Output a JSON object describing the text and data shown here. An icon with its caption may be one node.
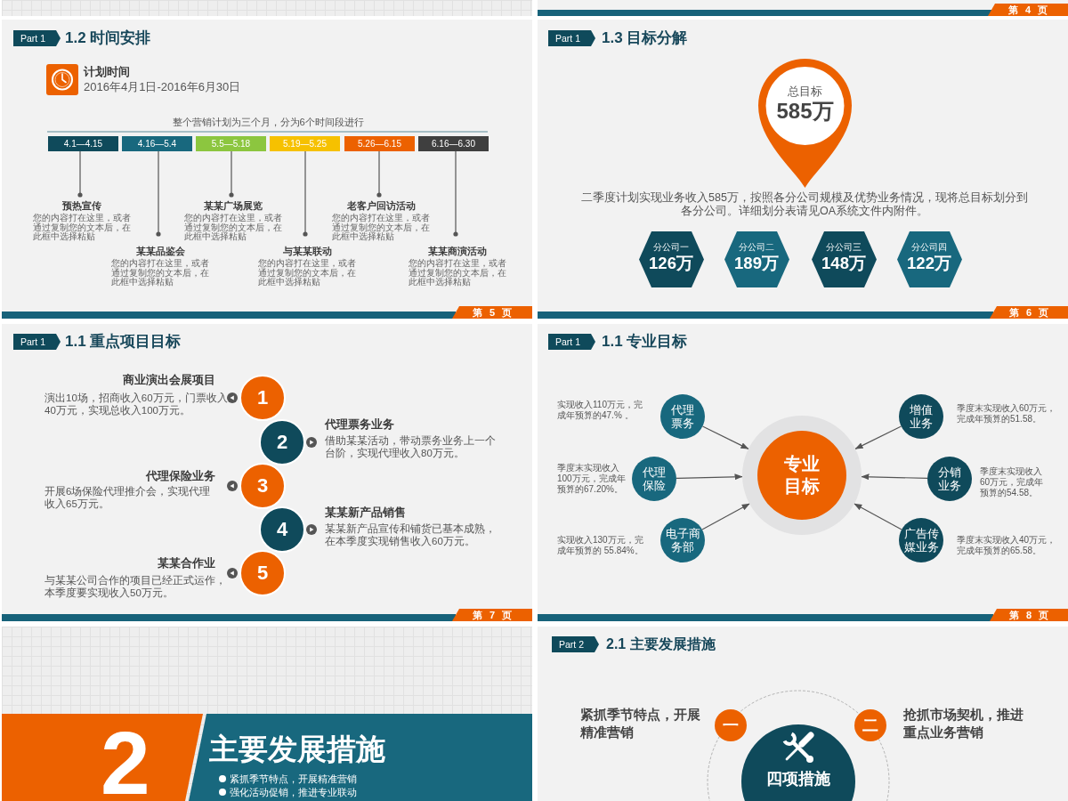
{
  "diagram": {
    "nodes": [
      {
        "text": [
          "第 4 页"
        ]
      },
      {
        "text": [
          "Part 1"
        ]
      },
      {
        "text": [
          "4.1—4.15"
        ]
      },
      {
        "text": [
          "4.16—5.4"
        ]
      },
      {
        "text": [
          "5.5—5.18"
        ]
      },
      {
        "text": [
          "5.19—5.25"
        ]
      },
      {
        "text": [
          "5.26—6.15"
        ]
      },
      {
        "text": [
          "6.16—6.30"
        ]
      },
      {
        "text": [
          "预热宣传",
          "您的内容打在这里，或者通过复制您的文本后，在此框中选择粘贴"
        ]
      },
      {
        "text": [
          "某某品鉴会",
          "您的内容打在这里，或者通过复制您的文本后，在此框中选择粘贴"
        ]
      },
      {
        "text": [
          "某某广场展览",
          "您的内容打在这里，或者通过复制您的文本后，在此框中选择粘贴"
        ]
      },
      {
        "text": [
          "与某某联动",
          "您的内容打在这里，或者通过复制您的文本后，在此框中选择粘贴"
        ]
      },
      {
        "text": [
          "老客户回访活动",
          "您的内容打在这里，或者通过复制您的文本后，在此框中选择粘贴"
        ]
      },
      {
        "text": [
          "某某商演活动",
          "您的内容打在这里，或者通过复制您的文本后，在此框中选择粘贴"
        ]
      },
      {
        "text": [
          "第 5 页"
        ]
      },
      {
        "text": [
          "Part 1"
        ]
      },
      {
        "text": [
          "总目标",
          "585万"
        ]
      },
      {
        "text": [
          "分公司一",
          "126万"
        ]
      },
      {
        "text": [
          "分公司二",
          "189万"
        ]
      },
      {
        "text": [
          "分公司三",
          "148万"
        ]
      },
      {
        "text": [
          "分公司四",
          "122万"
        ]
      },
      {
        "text": [
          "第 6 页"
        ]
      },
      {
        "text": [
          "Part 1"
        ]
      },
      {
        "text": [
          "1"
        ],
        "beside": [
          "商业演出会展项目",
          "演出10场，招商收入60万元，门票收入40万元，实现总收入100万元。"
        ]
      },
      {
        "text": [
          "2"
        ],
        "beside": [
          "代理票务业务",
          "借助某某活动，带动票务业务上一个台阶，实现代理收入80万元。"
        ]
      },
      {
        "text": [
          "3"
        ],
        "beside": [
          "代理保险业务",
          "开展6场保险代理推介会，实现代理收入65万元。"
        ]
      },
      {
        "text": [
          "4"
        ],
        "beside": [
          "某某新产品销售",
          "某某新产品宣传和铺货已基本成熟，在本季度实现销售收入60万元。"
        ]
      },
      {
        "text": [
          "5"
        ],
        "beside": [
          "某某合作业",
          "与某某公司合作的项目已经正式运作，本季度要实现收入50万元。"
        ]
      },
      {
        "text": [
          "第 7 页"
        ]
      },
      {
        "text": [
          "Part 1"
        ]
      },
      {
        "text": [
          "专业目标"
        ]
      },
      {
        "text": [
          "代理票务"
        ],
        "beside": [
          "实现收入110万元，完成年预算的47.% 。"
        ]
      },
      {
        "text": [
          "代理保险"
        ],
        "beside": [
          "季度末实现收入100万元，完成年预算的67.20%。"
        ]
      },
      {
        "text": [
          "电子商务部"
        ],
        "beside": [
          "实现收入130万元，完成年预算的 55.84%。"
        ]
      },
      {
        "text": [
          "增值业务"
        ],
        "beside": [
          "季度末实现收入60万元，完成年预算的51.58。"
        ]
      },
      {
        "text": [
          "分销业务"
        ],
        "beside": [
          "季度末实现收入60万元，完成年预算的54.58。"
        ]
      },
      {
        "text": [
          "广告传媒业务"
        ],
        "beside": [
          "季度末实现收入40万元，完成年预算的65.58。"
        ]
      },
      {
        "text": [
          "第 8 页"
        ]
      },
      {
        "text": [
          "2"
        ]
      },
      {
        "text": [
          "主要发展措施",
          "紧抓季节特点，开展精准营销",
          "强化活动促销，推进专业联动"
        ]
      },
      {
        "text": [
          "Part 2"
        ]
      },
      {
        "text": [
          "一"
        ],
        "beside": [
          "紧抓季节特点，开展精准营销"
        ]
      },
      {
        "text": [
          "二"
        ],
        "beside": [
          "抢抓市场契机，推进重点业务营销"
        ]
      },
      {
        "text": [
          "四项措施"
        ]
      }
    ],
    "edges": [
      {
        "from": 2,
        "to": 8,
        "arrow": "other"
      },
      {
        "from": 3,
        "to": 9,
        "arrow": "other"
      },
      {
        "from": 4,
        "to": 10,
        "arrow": "other"
      },
      {
        "from": 5,
        "to": 11,
        "arrow": "other"
      },
      {
        "from": 6,
        "to": 12,
        "arrow": "other"
      },
      {
        "from": 7,
        "to": 13,
        "arrow": "other"
      },
      {
        "from": 31,
        "to": 30,
        "arrow": "to"
      },
      {
        "from": 32,
        "to": 30,
        "arrow": "to"
      },
      {
        "from": 33,
        "to": 30,
        "arrow": "to"
      },
      {
        "from": 34,
        "to": 30,
        "arrow": "to"
      },
      {
        "from": 35,
        "to": 30,
        "arrow": "to"
      },
      {
        "from": 36,
        "to": 30,
        "arrow": "to"
      }
    ],
    "labels": [
      "1.2 时间安排",
      "计划时间",
      "2016年4月1日-2016年6月30日",
      "整个营销计划为三个月，分为6个时间段进行",
      "1.3 目标分解",
      "二季度计划实现业务收入585万，按照各分公司规模及优势业务情况，现将总目标划分到各分公司。详细划分表请见OA系统文件内附件。",
      "1.1 重点项目目标",
      "1.1 专业目标",
      "2.1 主要发展措施"
    ]
  }
}
